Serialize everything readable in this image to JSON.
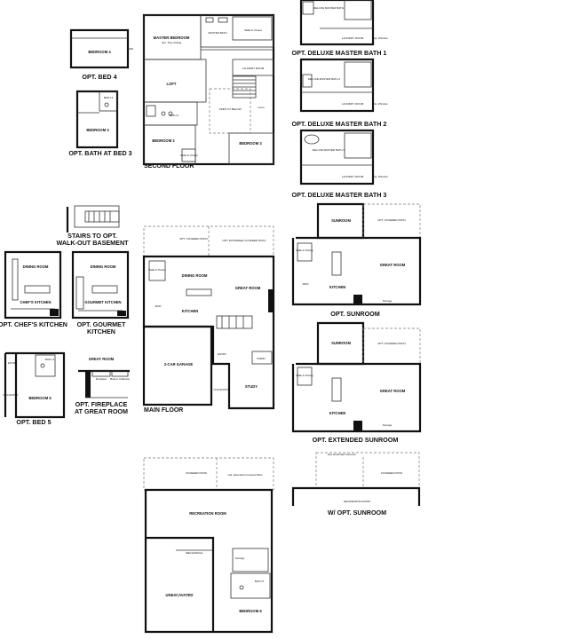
{
  "captions": {
    "opt_bed4": "OPT. BED 4",
    "opt_bath_bed3": "OPT. BATH AT BED 3",
    "second_floor": "SECOND FLOOR",
    "deluxe1": "OPT. DELUXE MASTER BATH 1",
    "deluxe2": "OPT. DELUXE MASTER BATH 2",
    "deluxe3": "OPT. DELUXE MASTER BATH 3",
    "stairs_l1": "STAIRS TO OPT.",
    "stairs_l2": "WALK-OUT BASEMENT",
    "chefs_kitchen": "OPT. CHEF'S KITCHEN",
    "gourmet_l1": "OPT. GOURMET",
    "gourmet_l2": "KITCHEN",
    "fireplace_l1": "OPT. FIREPLACE",
    "fireplace_l2": "AT GREAT ROOM",
    "opt_bed5": "OPT. BED 5",
    "main_floor": "MAIN FLOOR",
    "opt_sunroom": "OPT. SUNROOM",
    "opt_ext_sunroom": "OPT.  EXTENDED SUNROOM",
    "w_opt_sunroom": "W/ OPT. SUNROOM"
  },
  "rooms": {
    "bedroom4": "BEDROOM 4",
    "bath3": "BATH 3",
    "bedroom3": "BEDROOM 3",
    "master_bedroom": "MASTER BEDROOM",
    "master_bedroom_sub": "Opt. Tray Ceiling",
    "master_bath": "MASTER BATH",
    "walkin_closet": "Walk-In Closet",
    "laundry_room": "LAUNDRY ROOM",
    "loft": "LOFT",
    "bath2": "BATH 2",
    "open_to_below": "OPEN TO BELOW",
    "linen": "Linen",
    "bedroom2": "BEDROOM 2",
    "walkin_closet2": "Walk-In Closet",
    "deluxe_master_bath": "DELUXE MASTER BATH",
    "deluxe_master_bath2": "DELUXE MASTER BATH 2",
    "deluxe_master_bath3": "DELUXE MASTER BATH 3",
    "laundry": "LAUNDRY ROOM",
    "opt_window": "Opt. Window",
    "dining_room": "DINING ROOM",
    "chefs_kitchen": "CHEF'S KITCHEN",
    "gourmet_kitchen": "GOURMET KITCHEN",
    "great_room": "GREAT ROOM",
    "fireplace": "Fireplace",
    "built_in_cabinets": "Built-in Cabinets",
    "entry": "ENTRY",
    "bath4": "BATH 4",
    "coat_entry": "COA ENTRY",
    "bedroom5": "BEDROOM 5",
    "opt_covered_patio": "OPT. COVERED PATIO",
    "opt_ext_covered_patio": "OPT. EXTENDED COVERED PATIO",
    "walkin_pantry": "Walk-In Pantry",
    "kitchen": "KITCHEN",
    "mud": "MUD",
    "garage": "2-CAR GARAGE",
    "powder": "PWDR",
    "study": "STUDY",
    "coat": "COA ENTRY",
    "sunroom": "SUNROOM",
    "storage": "Storage",
    "covered_patio": "COVERED PATIO",
    "opt_ext_cov_patio_small": "Opt. Extended Covered Patio",
    "recreation_room": "RECREATION ROOM",
    "mechanical": "MECHANICAL",
    "unexcavated": "UNEXCAVATED",
    "bath5": "BATH 5",
    "bedroom6": "BEDROOM 6",
    "sunroom_ext_label": "Opt. Extended Sunroom"
  }
}
